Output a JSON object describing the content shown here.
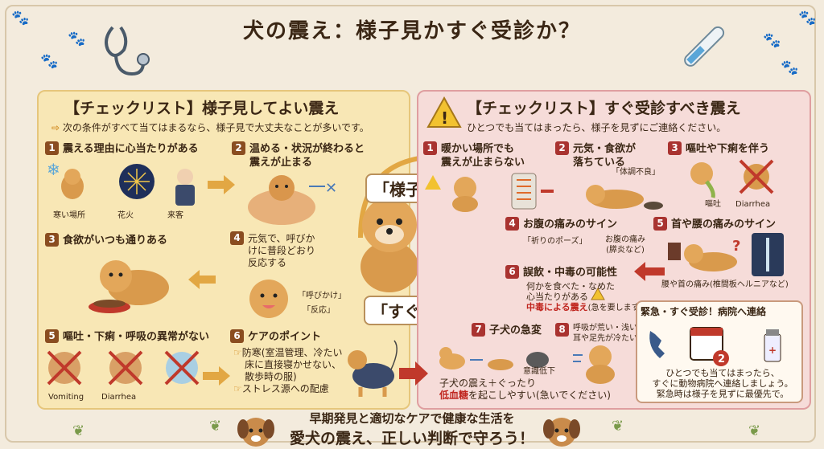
{
  "title": "犬の震え：様子見かすぐ受診か？",
  "left": {
    "heading": "【チェックリスト】様子見してよい震え",
    "subheading": "次の条件がすべて当てはまるなら、様子見で大丈夫なことが多いです。",
    "item1": "震える理由に心当たりがある",
    "item1_labels": [
      "寒い場所",
      "花火",
      "来客"
    ],
    "item2a": "温める・状況が終わると",
    "item2b": "震えが止まる",
    "item3": "食欲がいつも通りある",
    "item4a": "元気で、呼びか",
    "item4b": "けに普段どおり",
    "item4c": "反応する",
    "item4_labels": [
      "「呼びかけ」",
      "「反応」"
    ],
    "item5": "嘔吐・下痢・呼吸の異常がない",
    "item5_labels": [
      "Vomiting",
      "Diarrhea"
    ],
    "item6": "ケアのポイント",
    "item6_lines": [
      "防寒(室温管理、冷たい",
      "床に直接寝かせない、",
      "散歩時の服)",
      "ストレス源への配慮"
    ]
  },
  "center": {
    "wait": "「様子見」",
    "visit": "「すぐ受診」"
  },
  "right": {
    "heading": "【チェックリスト】すぐ受診すべき震え",
    "subheading": "ひとつでも当てはまったら、様子を見ずにご連絡ください。",
    "item1a": "暖かい場所でも",
    "item1b": "震えが止まらない",
    "item2a": "元気・食欲が",
    "item2b": "落ちている",
    "item2_label": "「体調不良」",
    "item3": "嘔吐や下痢を伴う",
    "item3_labels": [
      "嘔吐",
      "Diarrhea"
    ],
    "item4": "お腹の痛みのサイン",
    "item4_label1": "「祈りのポーズ」",
    "item4_label2a": "お腹の痛み",
    "item4_label2b": "(膵炎など)",
    "item5": "首や腰の痛みのサイン",
    "item5_label": "腰や首の痛み(椎間板ヘルニアなど)",
    "item6": "誤飲・中毒の可能性",
    "item6_lines": [
      "何かを食べた・なめた",
      "心当たりがある"
    ],
    "item6_red": "中毒による震え",
    "item6_note": "(急を要します)",
    "item7": "子犬の急変",
    "item7_label": "意識低下",
    "item7_line1": "子犬の震え＋ぐったり",
    "item7_red": "低血糖",
    "item7_line2": "を起こしやすい(急いでください)",
    "item8a": "呼吸が荒い・浅い、",
    "item8b": "耳や足先が冷たい",
    "urgent_title": "緊急・すぐ受診！病院へ連絡",
    "urgent_lines": [
      "ひとつでも当てはまったら、",
      "すぐに動物病院へ連絡しましょう。",
      "緊急時は様子を見ずに最優先で。"
    ],
    "calendar_num": "2"
  },
  "footer": {
    "line1": "早期発見と適切なケアで健康な生活を",
    "line2": "愛犬の震え、正しい判断で守ろう！"
  },
  "colors": {
    "left_bg": "#f8e7b5",
    "right_bg": "#f6dcd9",
    "accent_red": "#c0261f",
    "brown": "#8a4d20"
  }
}
